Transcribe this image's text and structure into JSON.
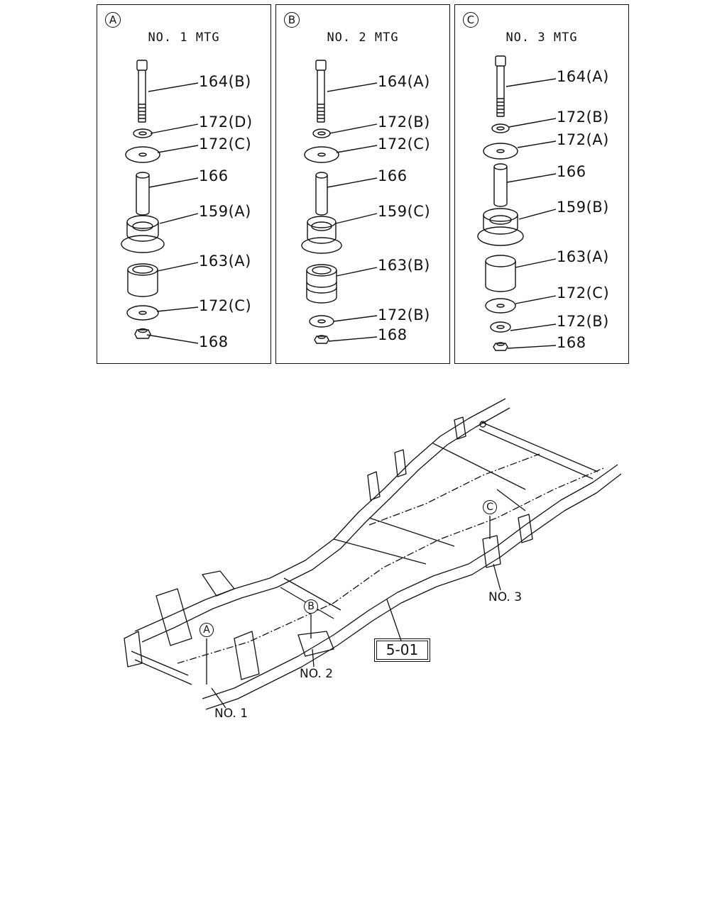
{
  "panels": [
    {
      "letter": "A",
      "title": "NO. 1  MTG",
      "labels": [
        "164(B)",
        "172(D)",
        "172(C)",
        "166",
        "159(A)",
        "163(A)",
        "172(C)",
        "168"
      ]
    },
    {
      "letter": "B",
      "title": "NO. 2  MTG",
      "labels": [
        "164(A)",
        "172(B)",
        "172(C)",
        "166",
        "159(C)",
        "163(B)",
        "172(B)",
        "168"
      ]
    },
    {
      "letter": "C",
      "title": "NO. 3  MTG",
      "labels": [
        "164(A)",
        "172(B)",
        "172(A)",
        "166",
        "159(B)",
        "163(A)",
        "172(C)",
        "172(B)",
        "168"
      ]
    }
  ],
  "frame": {
    "callouts": {
      "a": "A",
      "b": "B",
      "c": "C",
      "no1": "NO. 1",
      "no2": "NO. 2",
      "no3": "NO. 3"
    },
    "reference": "5-01"
  }
}
